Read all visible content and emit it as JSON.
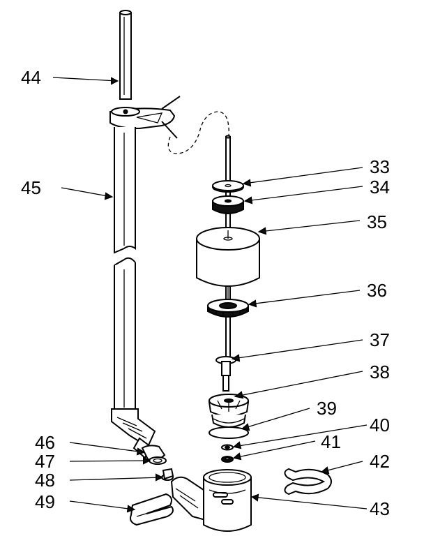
{
  "callouts": {
    "p33": "33",
    "p34": "34",
    "p35": "35",
    "p36": "36",
    "p37": "37",
    "p38": "38",
    "p39": "39",
    "p40": "40",
    "p41": "41",
    "p42": "42",
    "p43": "43",
    "p44": "44",
    "p45": "45",
    "p46": "46",
    "p47": "47",
    "p48": "48",
    "p49": "49"
  }
}
